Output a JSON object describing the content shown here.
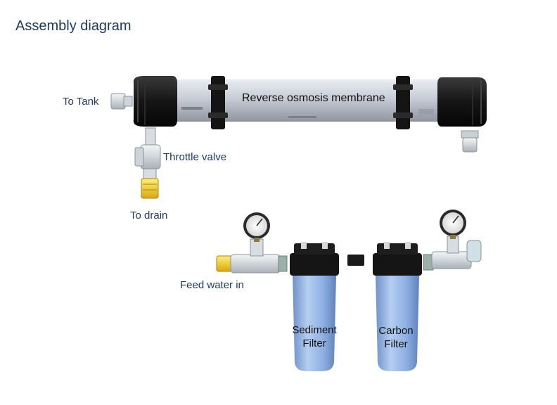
{
  "title": "Assembly diagram",
  "labels": {
    "to_tank": "To Tank",
    "membrane": "Reverse osmosis membrane",
    "throttle_valve": "Throttle valve",
    "to_drain": "To drain",
    "feed_water_in": "Feed water in",
    "sediment_line1": "Sediment",
    "sediment_line2": "Filter",
    "carbon_line1": "Carbon",
    "carbon_line2": "Filter"
  },
  "colors": {
    "text_blue": "#1f3a63",
    "membrane_gray": "#c7ccd6",
    "cap_black": "#1a1a1a",
    "filter_blue": "#8fb3e6",
    "fitting_white": "#dfe4e8",
    "fitting_yellow": "#f4d23a"
  }
}
